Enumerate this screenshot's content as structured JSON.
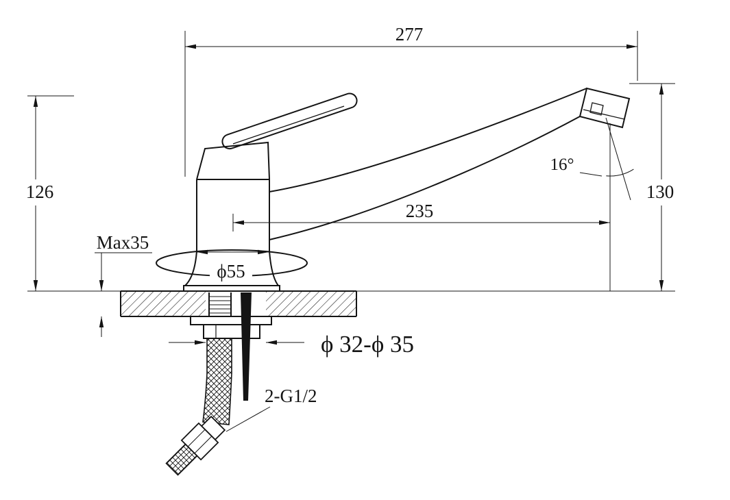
{
  "drawing": {
    "name": "kitchen-faucet-installation-drawing",
    "colors": {
      "line": "#141414",
      "background": "#ffffff"
    },
    "dimensions": {
      "total_reach": "277",
      "body_height": "126",
      "spout_height": "130",
      "spout_reach": "235",
      "outlet_angle": "16°",
      "max_deck_thickness": "Max35",
      "base_diameter": "ϕ55",
      "mounting_hole": "ϕ 32-ϕ 35",
      "hose_thread": "2-G1/2"
    }
  }
}
